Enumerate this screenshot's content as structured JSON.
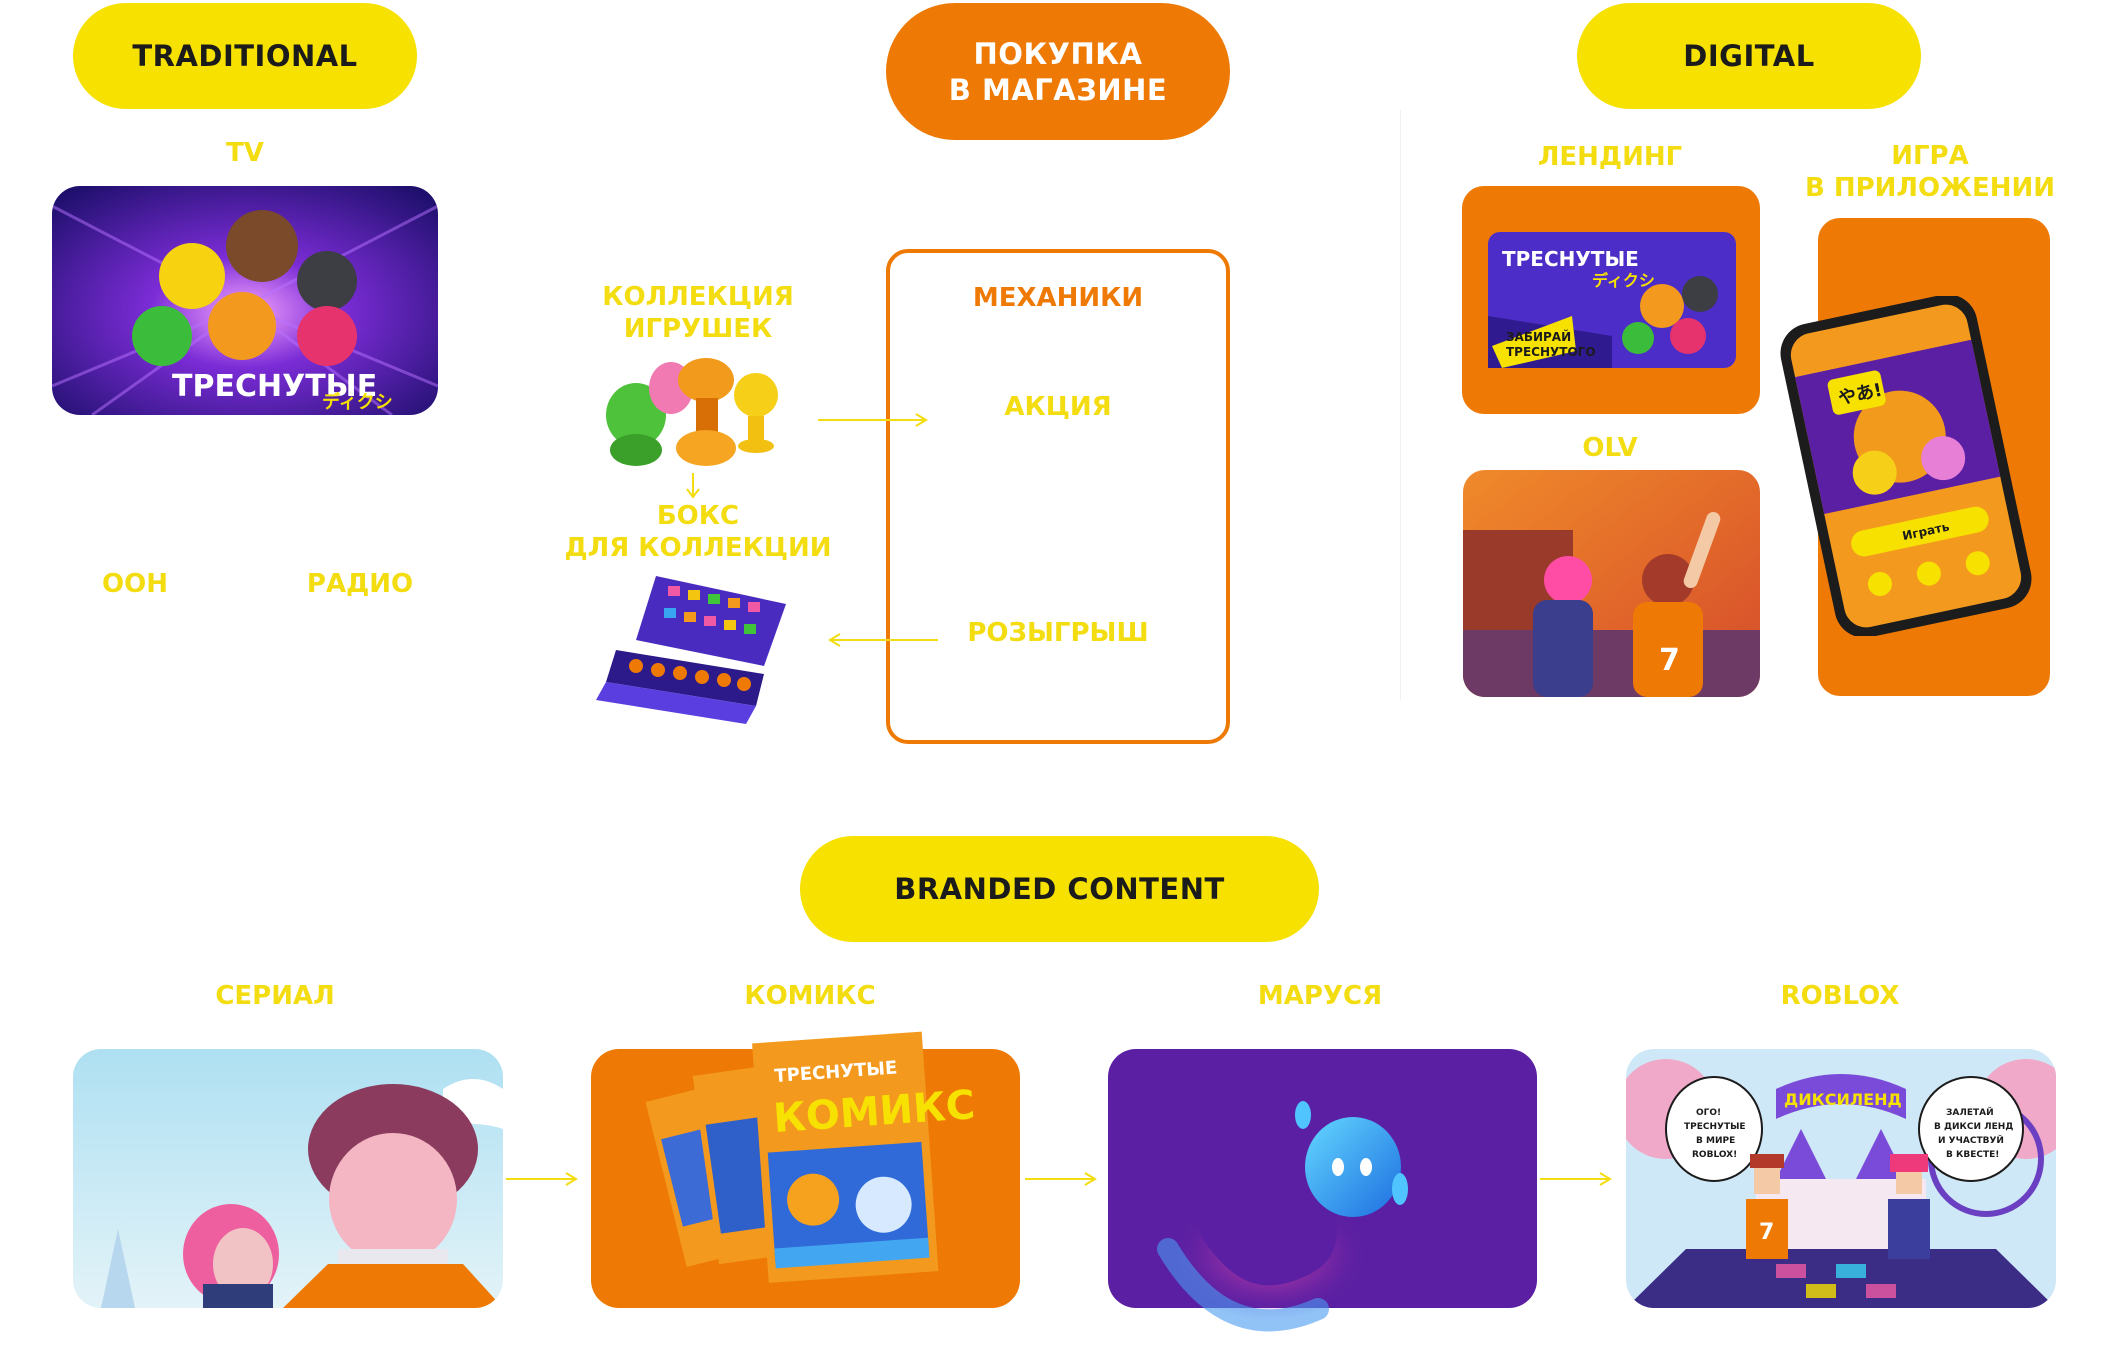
{
  "pills": {
    "traditional": "TRADITIONAL",
    "in_store": "ПОКУПКА\nВ МАГАЗИНЕ",
    "digital": "DIGITAL",
    "branded": "BRANDED CONTENT"
  },
  "traditional": {
    "tv": "TV",
    "ooh": "OOH",
    "radio": "РАДИО"
  },
  "in_store": {
    "collection": "КОЛЛЕКЦИЯ\nИГРУШЕК",
    "box": "БОКС\nДЛЯ КОЛЛЕКЦИИ",
    "mechanics": "МЕХАНИКИ",
    "promo": "АКЦИЯ",
    "raffle": "РОЗЫГРЫШ"
  },
  "digital": {
    "landing": "ЛЕНДИНГ",
    "game": "ИГРА\nВ ПРИЛОЖЕНИИ",
    "olv": "OLV",
    "landing_title": "ТРЕСНУТЫЕ",
    "landing_sub": "ディクシ",
    "landing_slogan": "ЗАБИРАЙ\nТРЕСНУТОГО",
    "game_button": "Играть",
    "game_bubble": "やあ!"
  },
  "tv_card": {
    "title": "ТРЕСНУТЫЕ",
    "sub": "ディクシ"
  },
  "branded": {
    "series": "СЕРИАЛ",
    "comic": "КОМИКС",
    "marusya": "МАРУСЯ",
    "roblox": "ROBLOX",
    "comic_title": "КОМИКС",
    "comic_brand": "ТРЕСНУТЫЕ",
    "roblox_sign": "ДИКСИЛЕНД",
    "roblox_bubble_left": "ОГО!\nТРЕСНУТЫЕ\nВ МИРЕ\nROBLOX!",
    "roblox_bubble_right": "ЗАЛЕТАЙ\nВ ДИКСИ ЛЕНД\nИ УЧАСТВУЙ\nВ КВЕСТЕ!"
  },
  "colors": {
    "yellow": "#f6e100",
    "orange": "#ee7a05",
    "purple": "#5a1fa3",
    "text_yellow": "#f3dc0f"
  }
}
